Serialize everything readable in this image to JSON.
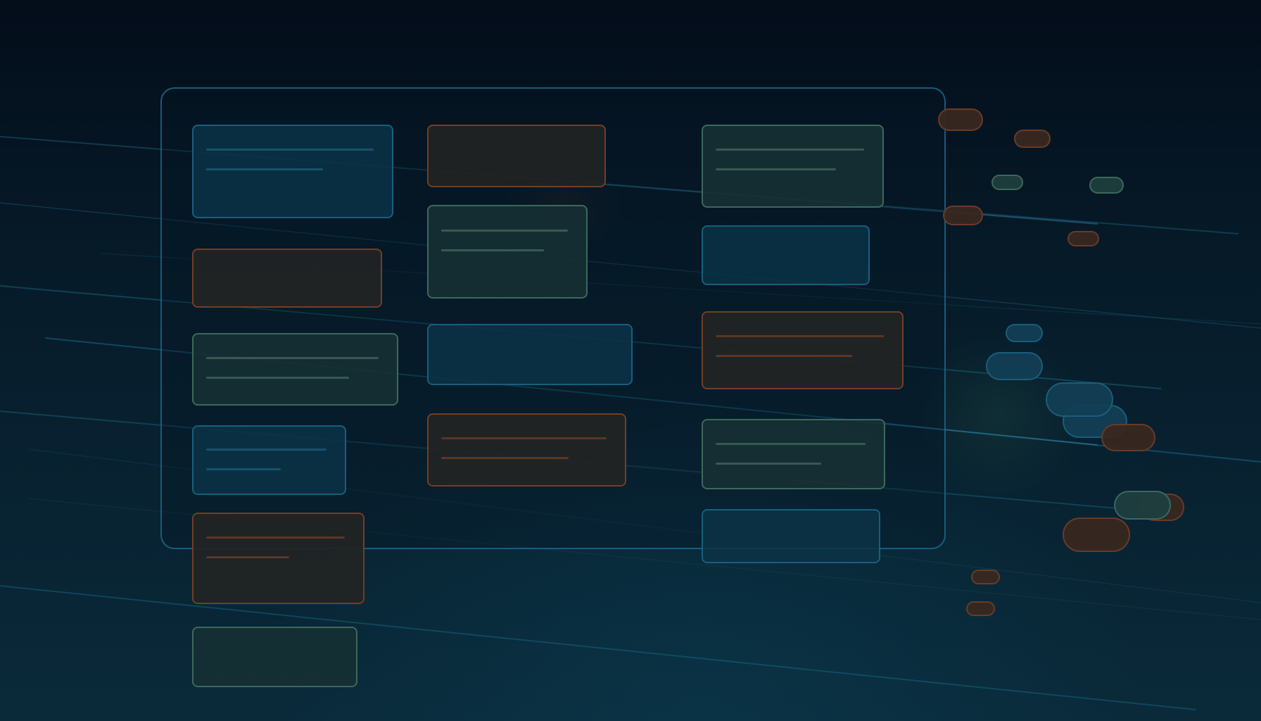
{
  "colors": {
    "background_top": "#040d1a",
    "background_bottom": "#0a2a3a",
    "board_border": "#1e7396",
    "blue": "#186282",
    "orange": "#784024",
    "green": "#407060"
  },
  "board": {
    "columns": [
      {
        "cards": [
          {
            "color": "blue",
            "lines": 2
          },
          {
            "color": "orange",
            "lines": 0
          },
          {
            "color": "green",
            "lines": 2
          },
          {
            "color": "blue",
            "lines": 2
          },
          {
            "color": "orange",
            "lines": 2
          },
          {
            "color": "green",
            "lines": 0
          }
        ]
      },
      {
        "cards": [
          {
            "color": "orange",
            "lines": 0
          },
          {
            "color": "green",
            "lines": 2
          },
          {
            "color": "blue",
            "lines": 0
          },
          {
            "color": "orange",
            "lines": 2
          }
        ]
      },
      {
        "cards": [
          {
            "color": "green",
            "lines": 2
          },
          {
            "color": "blue",
            "lines": 0
          },
          {
            "color": "orange",
            "lines": 2
          },
          {
            "color": "green",
            "lines": 2
          },
          {
            "color": "blue",
            "lines": 0
          }
        ]
      }
    ]
  },
  "floating_tokens": {
    "count": 18,
    "colors": [
      "orange",
      "green",
      "blue"
    ]
  }
}
